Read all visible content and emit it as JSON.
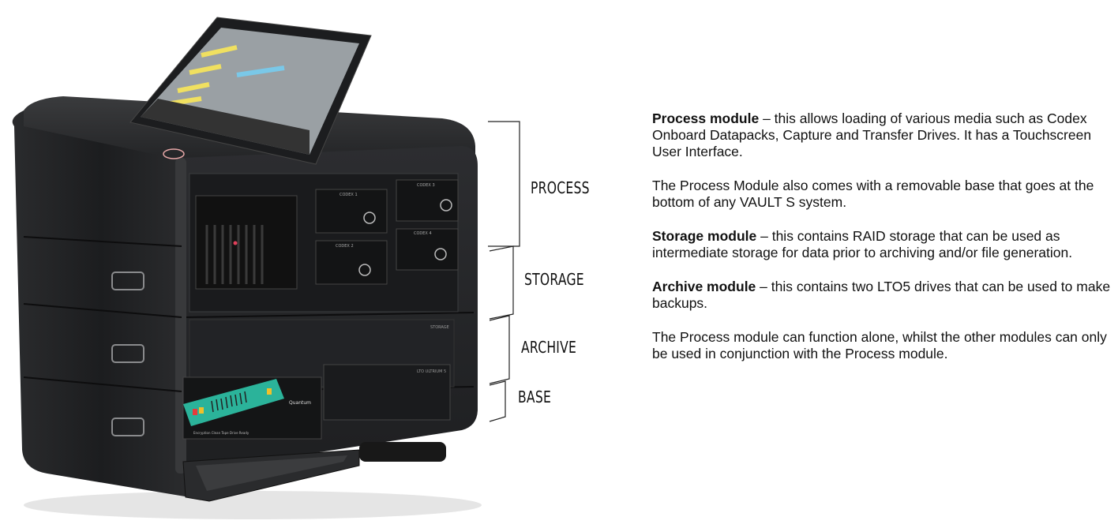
{
  "device": {
    "slots": [
      "CODEX 1",
      "CODEX 2",
      "CODEX 3",
      "CODEX 4"
    ],
    "storage_plate": "STORAGE",
    "lto_label": "LTO ULTRIUM 5",
    "tape_brand": "Quantum",
    "tape_caption": "Encryption Clean Tape Drive Ready"
  },
  "labels": {
    "process": "PROCESS",
    "storage": "STORAGE",
    "archive": "ARCHIVE",
    "base": "BASE"
  },
  "descriptions": [
    {
      "bold": "Process module",
      "text": " – this allows loading of various media such as Codex Onboard Datapacks, Capture and Transfer Drives. It has a Touchscreen User Interface."
    },
    {
      "bold": "",
      "text": "The Process Module also comes with a removable base that goes at the bottom of any VAULT S system."
    },
    {
      "bold": "Storage module",
      "text": " – this contains RAID storage that can be used as intermediate storage for data prior to archiving and/or file generation."
    },
    {
      "bold": "Archive module",
      "text": " – this contains two LTO5 drives that can be used to make backups."
    },
    {
      "bold": "",
      "text": "The Process module can function alone, whilst the other modules can only be used in conjunction with the Process module."
    }
  ]
}
